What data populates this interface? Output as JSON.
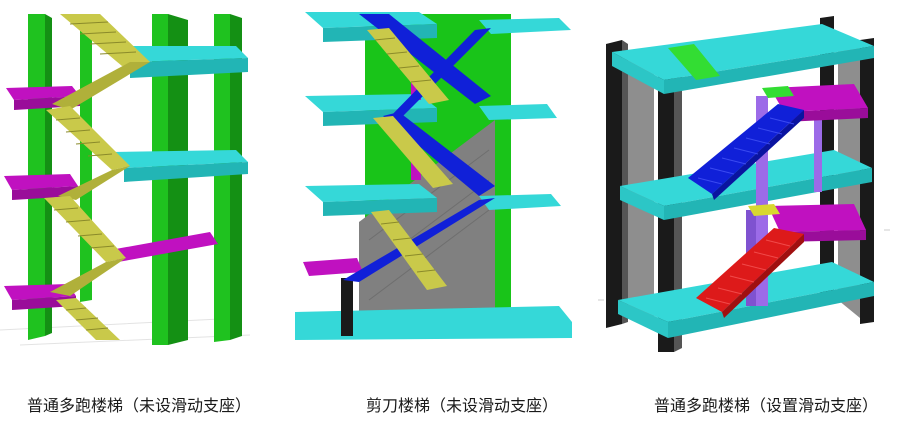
{
  "captions": {
    "left": "普通多跑楼梯（未设滑动支座）",
    "middle": "剪刀楼梯（未设滑动支座）",
    "right": "普通多跑楼梯（设置滑动支座）"
  },
  "colors": {
    "column_green": "#1fc21f",
    "column_dark": "#149014",
    "slab_cyan": "#35d8d8",
    "stair_olive": "#c9c94a",
    "landing_magenta": "#c011c0",
    "wall_green": "#19c419",
    "beam_blue": "#1020d8",
    "gray_wall": "#808080",
    "stair_red": "#dd1a1a",
    "pillar_black": "#1a1a1a",
    "support_violet": "#9c6be8"
  },
  "icons": [
    "stair-model-render",
    "stair-model-render",
    "stair-model-render"
  ]
}
